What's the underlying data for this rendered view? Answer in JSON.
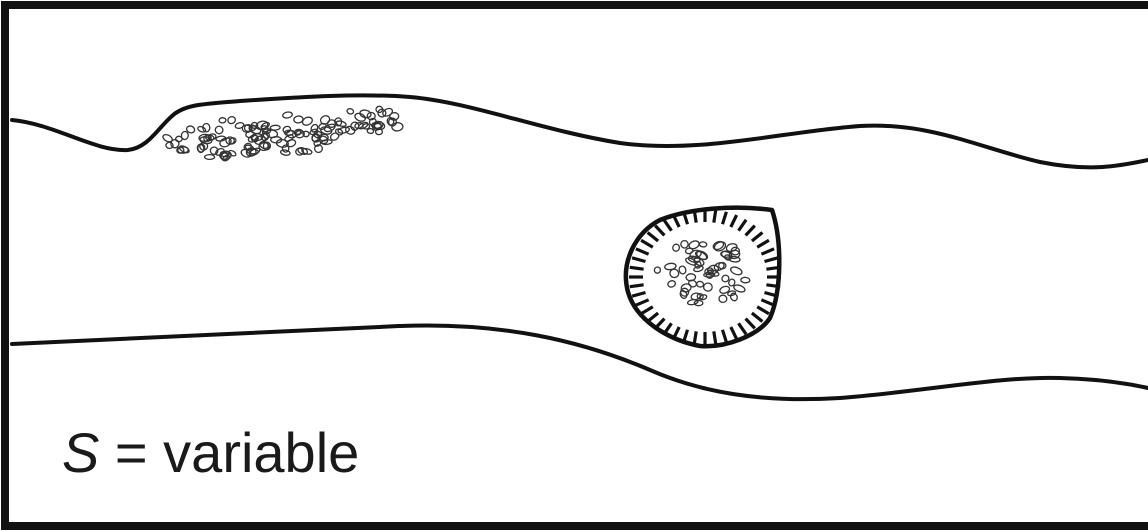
{
  "figure": {
    "label_symbol": "S",
    "label_rest": " = variable",
    "colors": {
      "ink": "#111111",
      "background": "#ffffff"
    },
    "elements": [
      "upper-channel-boundary",
      "lower-channel-boundary",
      "bank-sediment-deposit",
      "isolated-pool",
      "pool-sediment-cluster"
    ]
  }
}
